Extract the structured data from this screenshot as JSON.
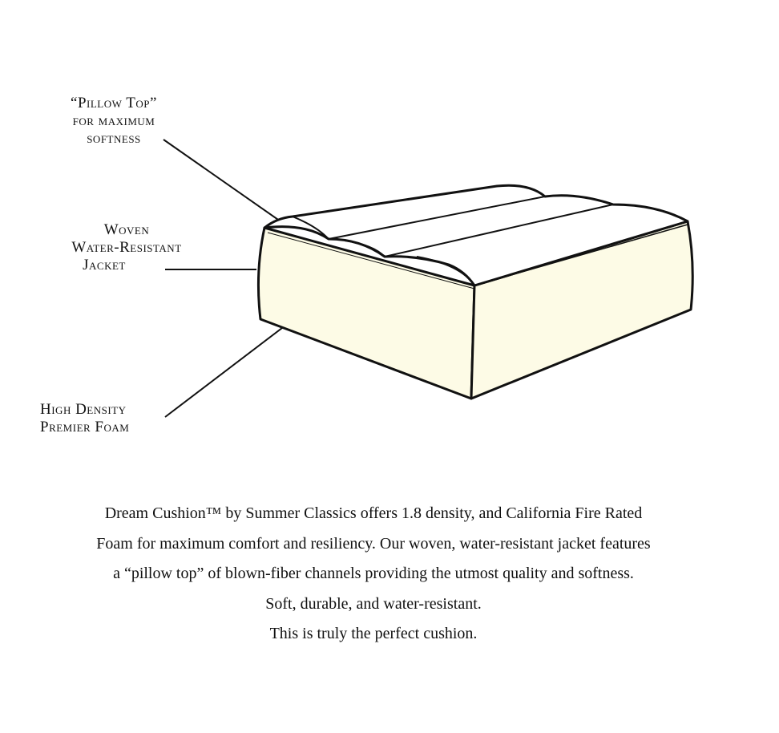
{
  "labels": {
    "pillow_top": [
      "“Pillow Top”",
      "for maximum",
      "softness"
    ],
    "jacket": [
      "Woven",
      "Water-Resistant",
      "Jacket"
    ],
    "foam": [
      "High Density",
      "Premier Foam"
    ]
  },
  "caption": [
    "Dream Cushion™ by Summer Classics offers 1.8 density, and California Fire Rated",
    "Foam for maximum comfort and resiliency. Our woven, water-resistant jacket features",
    "a “pillow top” of blown-fiber channels providing the utmost quality and softness.",
    "Soft, durable, and water-resistant.",
    "This is truly the perfect cushion."
  ],
  "colors": {
    "foam": "#fdfbe6",
    "jacket": "#ffffff",
    "ink": "#111111"
  }
}
